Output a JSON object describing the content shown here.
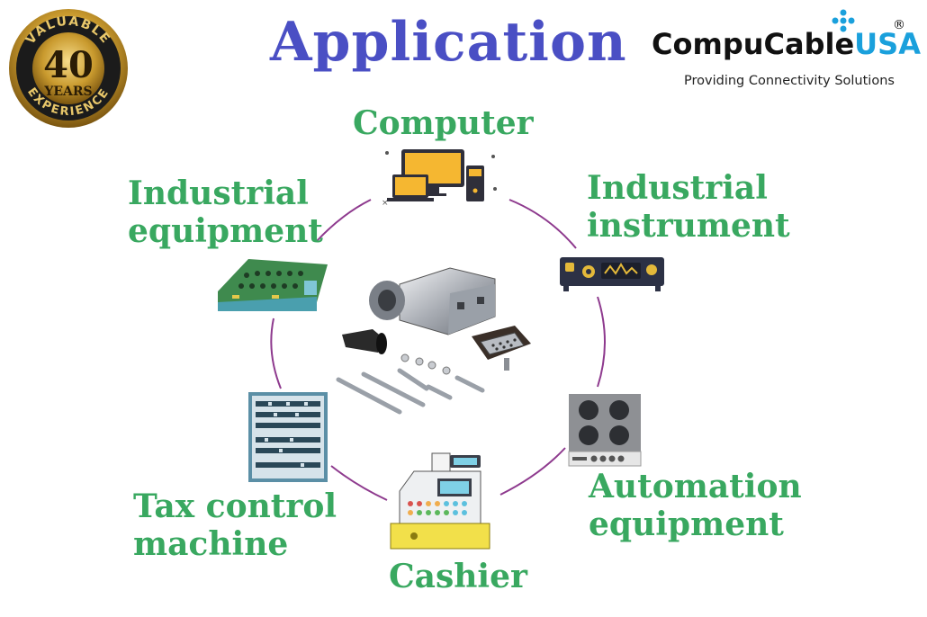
{
  "title": "Application",
  "badge": {
    "top_text": "VALUABLE",
    "number": "40",
    "middle_text": "YEARS",
    "bottom_text": "EXPERIENCE"
  },
  "brand": {
    "name_main": "CompuCable",
    "name_accent": "USA",
    "registered": "®",
    "tagline": "Providing Connectivity Solutions"
  },
  "applications": {
    "computer": "Computer",
    "industrial_instrument": [
      "Industrial",
      "instrument"
    ],
    "automation_equipment": [
      "Automation",
      "equipment"
    ],
    "cashier": "Cashier",
    "tax_control_machine": [
      "Tax control",
      "machine"
    ],
    "industrial_equipment": [
      "Industrial",
      "equipment"
    ]
  },
  "colors": {
    "title": "#4a4fc4",
    "label": "#39a860",
    "ring": "#8e3a8e",
    "accent": "#1aa0dc",
    "gold": "#c99a2e"
  }
}
